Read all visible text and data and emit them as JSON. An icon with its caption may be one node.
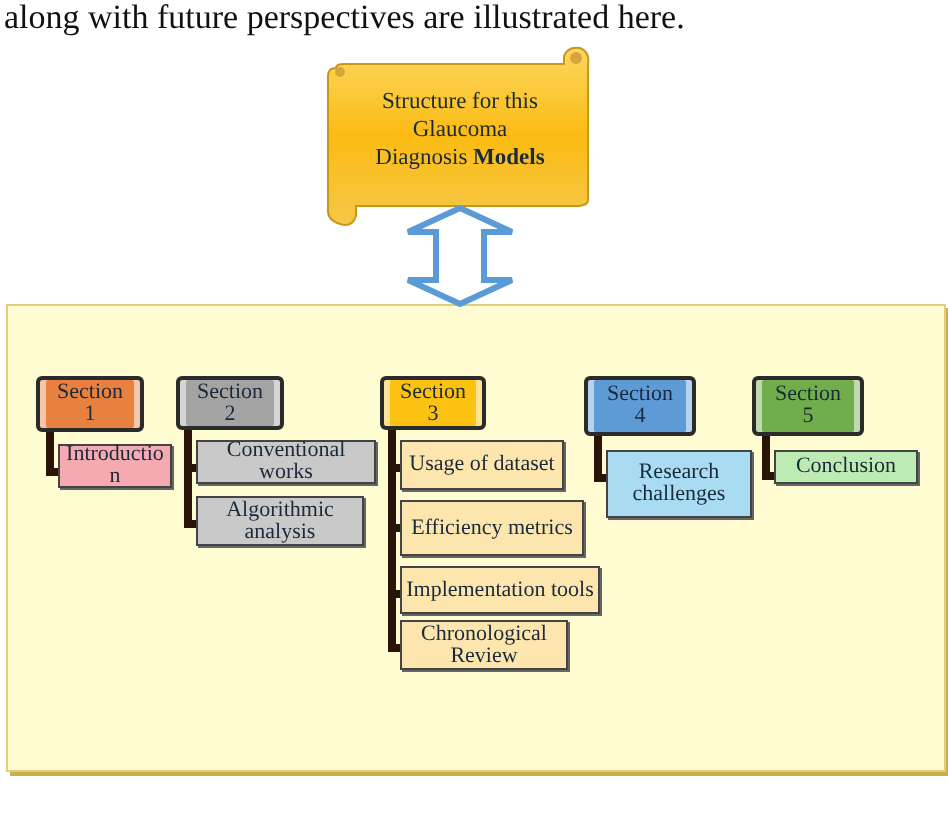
{
  "diagram": {
    "nodes": [
      {
        "text": [
          "Structure for this Glaucoma Diagnosis **Models**"
        ]
      },
      {
        "text": [],
        "shape": "box"
      },
      {
        "text": [
          "Section 1"
        ],
        "in": 1
      },
      {
        "text": [
          "Introduction"
        ],
        "in": 1
      },
      {
        "text": [
          "Section 2"
        ],
        "in": 1
      },
      {
        "text": [
          "Conventional works"
        ],
        "in": 1
      },
      {
        "text": [
          "Algorithmic analysis"
        ],
        "in": 1
      },
      {
        "text": [
          "Section 3"
        ],
        "in": 1
      },
      {
        "text": [
          "Usage of dataset"
        ],
        "in": 1
      },
      {
        "text": [
          "Efficiency metrics"
        ],
        "in": 1
      },
      {
        "text": [
          "Implementation tools"
        ],
        "in": 1
      },
      {
        "text": [
          "Chronological Review"
        ],
        "in": 1
      },
      {
        "text": [
          "Section 4"
        ],
        "in": 1
      },
      {
        "text": [
          "Research challenges"
        ],
        "in": 1
      },
      {
        "text": [
          "Section 5"
        ],
        "in": 1
      },
      {
        "text": [
          "Conclusion"
        ],
        "in": 1
      }
    ],
    "edges": [
      {
        "from": 0,
        "to": 1,
        "arrow": "both"
      },
      {
        "from": 2,
        "to": 3,
        "arrow": "none"
      },
      {
        "from": 4,
        "to": 5,
        "arrow": "none"
      },
      {
        "from": 4,
        "to": 6,
        "arrow": "none"
      },
      {
        "from": 7,
        "to": 8,
        "arrow": "none"
      },
      {
        "from": 7,
        "to": 9,
        "arrow": "none"
      },
      {
        "from": 7,
        "to": 10,
        "arrow": "none"
      },
      {
        "from": 7,
        "to": 11,
        "arrow": "none"
      },
      {
        "from": 12,
        "to": 13,
        "arrow": "none"
      },
      {
        "from": 14,
        "to": 15,
        "arrow": "none"
      }
    ],
    "labels": [
      "along with future perspectives are illustrated here."
    ]
  }
}
